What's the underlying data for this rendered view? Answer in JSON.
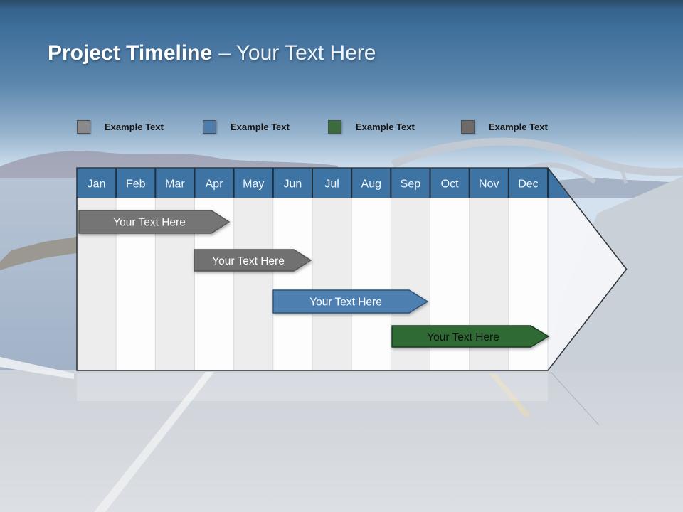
{
  "slide": {
    "title_bold": "Project Timeline",
    "title_light": "– Your Text Here"
  },
  "legend": {
    "items": [
      {
        "label": "Example Text",
        "color": "#8a8a8a"
      },
      {
        "label": "Example Text",
        "color": "#4e7cab"
      },
      {
        "label": "Example Text",
        "color": "#3c6b3d"
      },
      {
        "label": "Example Text",
        "color": "#6e6a68"
      }
    ]
  },
  "gantt": {
    "header_color": "#3e74a4",
    "months": [
      "Jan",
      "Feb",
      "Mar",
      "Apr",
      "May",
      "Jun",
      "Jul",
      "Aug",
      "Sep",
      "Oct",
      "Nov",
      "Dec"
    ],
    "bars": [
      {
        "label": "Your Text Here",
        "color": "#757575",
        "text_color": "#ffffff",
        "start": "Jan",
        "end": "Apr"
      },
      {
        "label": "Your Text Here",
        "color": "#717171",
        "text_color": "#ffffff",
        "start": "Apr",
        "end": "Jun"
      },
      {
        "label": "Your Text Here",
        "color": "#4e7fb1",
        "text_color": "#ffffff",
        "start": "Jun",
        "end": "Sep"
      },
      {
        "label": "Your Text Here",
        "color": "#2f6a35",
        "text_color": "#101010",
        "start": "Sep",
        "end": "Dec"
      }
    ]
  }
}
